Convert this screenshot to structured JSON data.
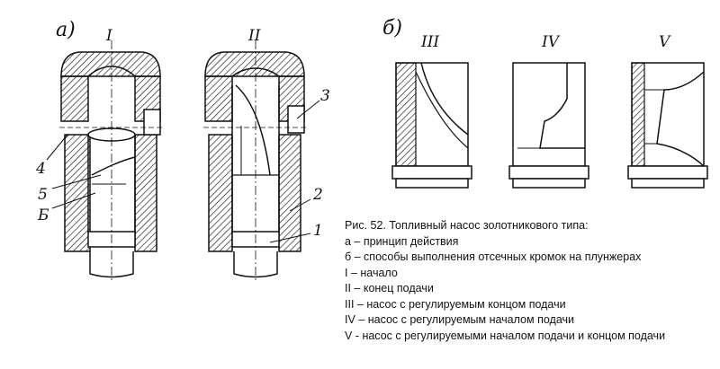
{
  "panel_labels": {
    "a": "а)",
    "b": "б)"
  },
  "roman_labels": [
    "I",
    "II",
    "III",
    "IV",
    "V"
  ],
  "part_labels": [
    "4",
    "5",
    "Б",
    "3",
    "2",
    "1"
  ],
  "caption": [
    "Рис. 52. Топливный насос золотникового типа:",
    "а – принцип действия",
    "б – способы выполнения отсечных кромок на плунжерах",
    "I – начало",
    "II – конец подачи",
    "III – насос с регулируемым концом подачи",
    "IV – насос с регулируемым началом подачи",
    "V - насос с регулируемыми началом подачи и концом подачи"
  ]
}
